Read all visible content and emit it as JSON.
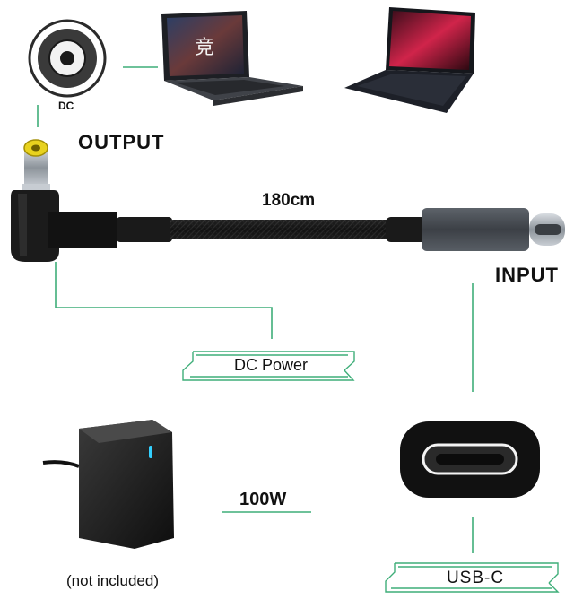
{
  "labels": {
    "dc_port": "DC",
    "output": "OUTPUT",
    "length": "180cm",
    "input": "INPUT",
    "dc_power": "DC Power",
    "wattage": "100W",
    "not_included": "(not included)",
    "usb_c": "USB-C"
  },
  "colors": {
    "accent_green": "#3fae79",
    "tip_yellow": "#e8d21e",
    "cable_black": "#151515",
    "connector_gray": "#4a4f55"
  }
}
